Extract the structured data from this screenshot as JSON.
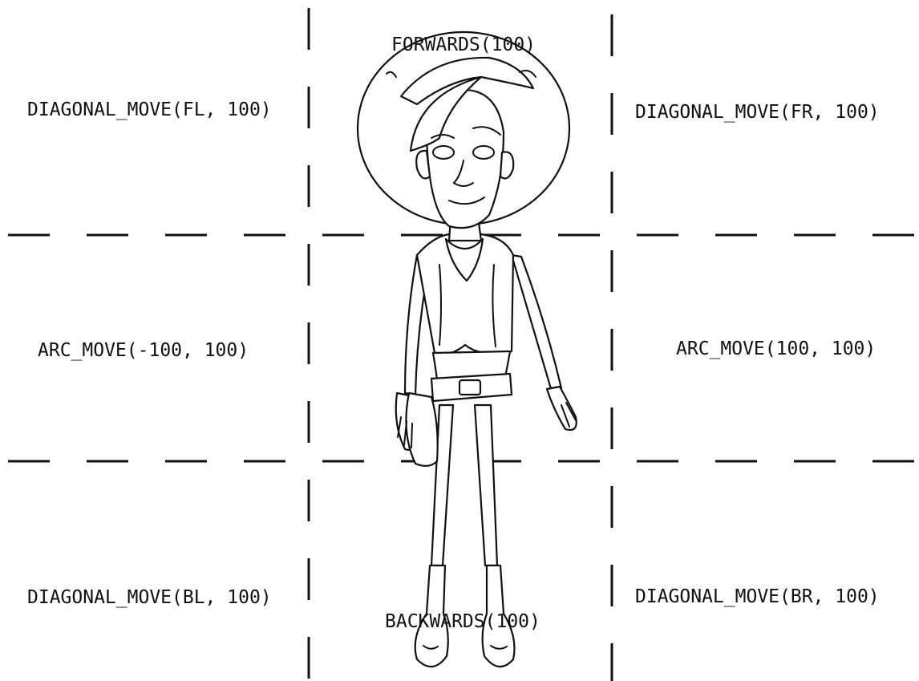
{
  "labels": {
    "diagonal_fl": "DIAGONAL_MOVE(FL, 100)",
    "forwards": "FORWARDS(100)",
    "diagonal_fr": "DIAGONAL_MOVE(FR, 100)",
    "arc_left": "ARC_MOVE(-100, 100)",
    "arc_right": "ARC_MOVE(100, 100)",
    "diagonal_bl": "DIAGONAL_MOVE(BL, 100)",
    "backwards": "BACKWARDS(100)",
    "diagonal_br": "DIAGONAL_MOVE(BR, 100)"
  },
  "colors": {
    "line": "#111111",
    "background": "#ffffff"
  },
  "figure": {
    "icon": "cowboy-character-icon"
  }
}
